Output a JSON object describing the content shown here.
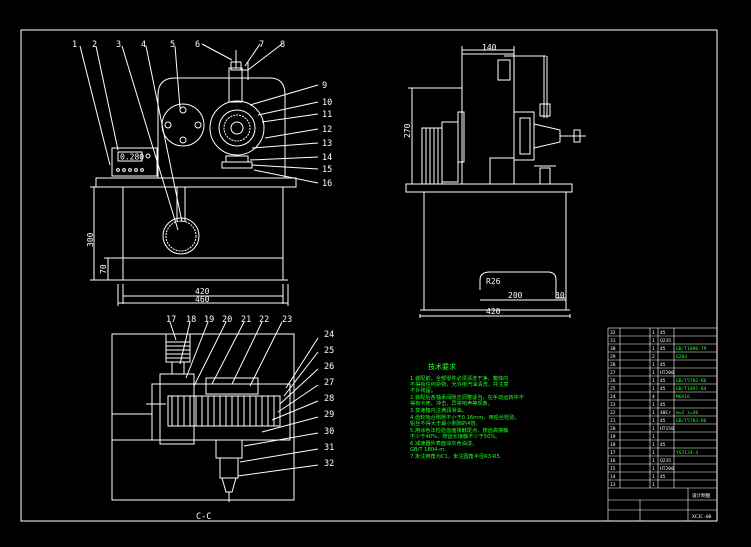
{
  "front_view": {
    "labels": [
      "1",
      "2",
      "3",
      "4",
      "5",
      "6",
      "7",
      "8",
      "9",
      "10",
      "11",
      "12",
      "13",
      "14",
      "15",
      "16"
    ],
    "display_value": "0.280",
    "dims": {
      "width_inner": "420",
      "width_outer": "460",
      "height": "300",
      "base_height": "70"
    }
  },
  "side_view": {
    "dims": {
      "top": "140",
      "height": "270",
      "radius": "R26",
      "base_width": "200",
      "base_offset": "30",
      "overall_width": "420"
    }
  },
  "section_view": {
    "labels": [
      "17",
      "18",
      "19",
      "20",
      "21",
      "22",
      "23",
      "24",
      "25",
      "26",
      "27",
      "28",
      "29",
      "30",
      "31",
      "32"
    ],
    "caption": "C-C"
  },
  "tech_requirements": {
    "title": "技术要求",
    "lines": [
      "1.装配前，全部零件必须清洗干净，箱体内",
      "  不得有任何杂物，允许用汽油清洗，并注意",
      "  不许残留。",
      "2.装配后各轴承间隙应调整适当，在手动运转中不",
      "  得有卡死、冲击、异常响声等现象。",
      "3.变速箱内注满润滑油。",
      "4.齿轮啮合侧隙不小于0.16mm，用铅丝检验，",
      "  铅丝不得大于最小侧隙的4倍。",
      "5.用涂色法检验齿面接触斑点，按齿高接触",
      "  不少于40%，按齿长接触不少于50%。",
      "6.减速器外表面涂灰色油漆，",
      "  GB/T 1804-m.",
      "7.未注倒角为C1，未注圆角半径R3-R5."
    ]
  },
  "title_block": {
    "rows": [
      [
        "32",
        "",
        "1",
        "45",
        ""
      ],
      [
        "31",
        "",
        "1",
        "Q235",
        ""
      ],
      [
        "30",
        "",
        "1",
        "45",
        "GB/T1096-79"
      ],
      [
        "29",
        "",
        "2",
        "",
        "6204"
      ],
      [
        "28",
        "",
        "1",
        "45",
        ""
      ],
      [
        "27",
        "",
        "1",
        "HT200",
        ""
      ],
      [
        "26",
        "",
        "1",
        "45",
        "GB/T5782-86"
      ],
      [
        "25",
        "",
        "1",
        "45",
        "GB/T1097-84"
      ],
      [
        "24",
        "",
        "4",
        "",
        "M6X16"
      ],
      [
        "23",
        "",
        "1",
        "45",
        ""
      ],
      [
        "22",
        "",
        "1",
        "40Cr",
        "m=2 z=20"
      ],
      [
        "21",
        "",
        "1",
        "45",
        "GB/T5783-86"
      ],
      [
        "20",
        "",
        "1",
        "HT150",
        ""
      ],
      [
        "19",
        "",
        "1",
        "",
        ""
      ],
      [
        "18",
        "",
        "1",
        "45",
        ""
      ],
      [
        "17",
        "",
        "1",
        "",
        "YS7124-4"
      ],
      [
        "16",
        "",
        "1",
        "Q235",
        ""
      ],
      [
        "15",
        "",
        "1",
        "HT200",
        ""
      ],
      [
        "14",
        "",
        "1",
        "45",
        ""
      ],
      [
        "13",
        "",
        "1",
        "",
        ""
      ]
    ],
    "drawing_no": "XCJC-00",
    "company": "设计制图"
  }
}
